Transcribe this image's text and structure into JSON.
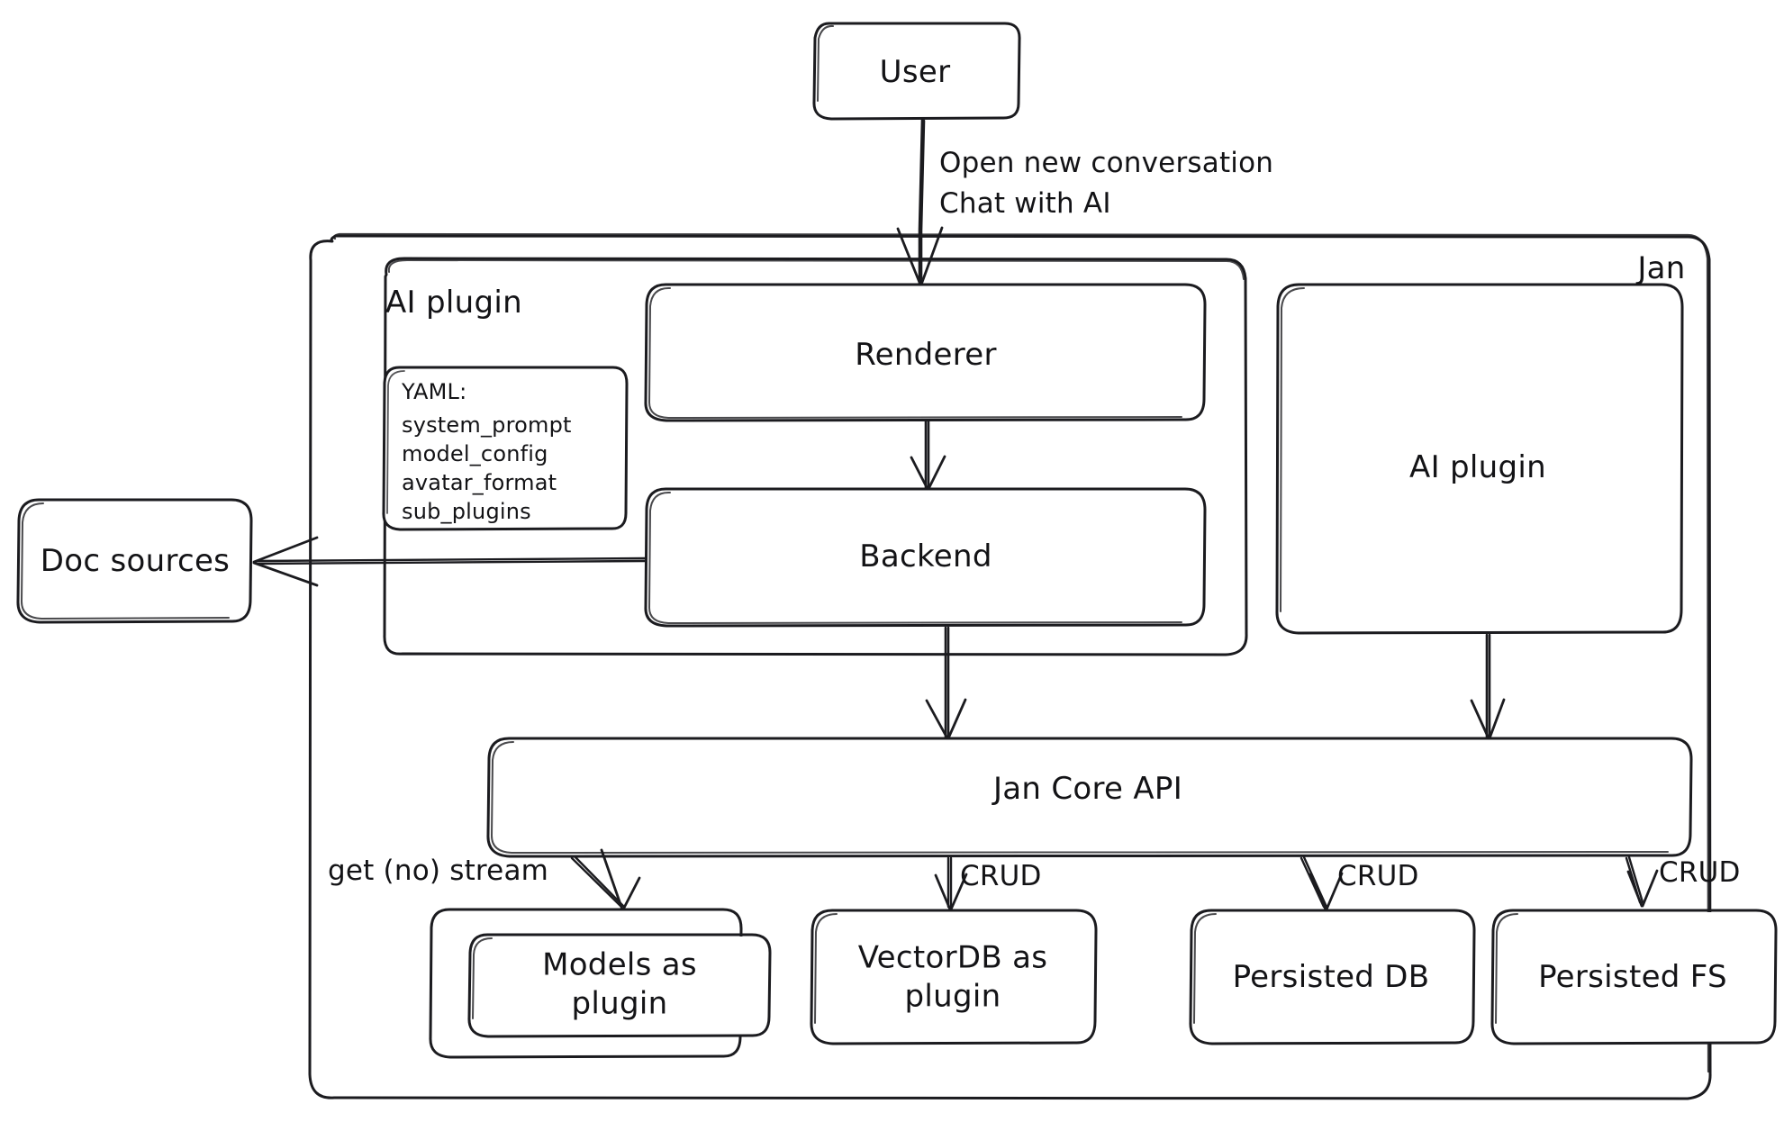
{
  "diagram": {
    "title_visible": false,
    "style": "hand-drawn whiteboard architecture diagram",
    "stroke_color": "#1b1b1f",
    "background_color": "#ffffff",
    "text_color": "#131316"
  },
  "containers": {
    "jan": {
      "label": "Jan",
      "label_position": "top-right"
    },
    "ai_plugin_group": {
      "label": "AI plugin",
      "label_position": "top-left"
    }
  },
  "nodes": {
    "user": {
      "label": "User"
    },
    "renderer": {
      "label": "Renderer"
    },
    "backend": {
      "label": "Backend"
    },
    "ai_plugin_right": {
      "label": "AI plugin"
    },
    "doc_sources": {
      "label": "Doc sources"
    },
    "jan_core_api": {
      "label": "Jan Core API"
    },
    "models_as_plugin": {
      "label": "Models as\nplugin"
    },
    "vectordb_as_plugin": {
      "label": "VectorDB as\nplugin"
    },
    "persisted_db": {
      "label": "Persisted DB"
    },
    "persisted_fs": {
      "label": "Persisted FS"
    }
  },
  "yaml_card": {
    "title": "YAML:",
    "keys": [
      "system_prompt",
      "model_config",
      "avatar_format",
      "sub_plugins"
    ]
  },
  "edges": [
    {
      "id": "user-to-renderer",
      "from": "user",
      "to": "renderer",
      "label": "Open new conversation\nChat with AI"
    },
    {
      "id": "renderer-to-backend",
      "from": "renderer",
      "to": "backend",
      "label": ""
    },
    {
      "id": "backend-to-doc-sources",
      "from": "backend",
      "to": "doc_sources",
      "label": ""
    },
    {
      "id": "backend-to-core",
      "from": "backend",
      "to": "jan_core_api",
      "label": ""
    },
    {
      "id": "aiplugin-to-core",
      "from": "ai_plugin_right",
      "to": "jan_core_api",
      "label": ""
    },
    {
      "id": "core-to-models",
      "from": "jan_core_api",
      "to": "models_as_plugin",
      "label": "get (no) stream"
    },
    {
      "id": "core-to-vectordb",
      "from": "jan_core_api",
      "to": "vectordb_as_plugin",
      "label": "CRUD"
    },
    {
      "id": "core-to-persisted-db",
      "from": "jan_core_api",
      "to": "persisted_db",
      "label": "CRUD"
    },
    {
      "id": "core-to-persisted-fs",
      "from": "jan_core_api",
      "to": "persisted_fs",
      "label": "CRUD"
    }
  ],
  "edge_labels": {
    "user_to_renderer_line1": "Open new conversation",
    "user_to_renderer_line2": "Chat with AI",
    "get_no_stream": "get (no) stream",
    "crud_vectordb": "CRUD",
    "crud_persisted_db": "CRUD",
    "crud_persisted_fs": "CRUD"
  }
}
